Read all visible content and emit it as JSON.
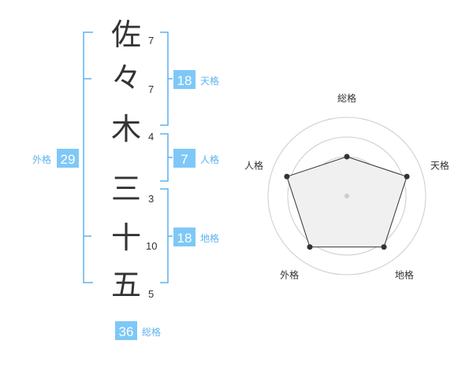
{
  "name": {
    "chars": [
      {
        "char": "佐",
        "strokes": "7"
      },
      {
        "char": "々",
        "strokes": "7"
      },
      {
        "char": "木",
        "strokes": "4"
      },
      {
        "char": "三",
        "strokes": "3"
      },
      {
        "char": "十",
        "strokes": "10"
      },
      {
        "char": "五",
        "strokes": "5"
      }
    ]
  },
  "fortunes": {
    "tenkaku": {
      "label": "天格",
      "value": "18"
    },
    "jinkaku": {
      "label": "人格",
      "value": "7"
    },
    "chikaku": {
      "label": "地格",
      "value": "18"
    },
    "gaikaku": {
      "label": "外格",
      "value": "29"
    },
    "soukaku": {
      "label": "総格",
      "value": "36"
    }
  },
  "colors": {
    "accent": "#5fb2ee",
    "box": "#7ec8f7",
    "text": "#333333",
    "grid": "#cccccc",
    "fill": "#f0f0f0"
  },
  "chart_data": {
    "type": "radar",
    "axes": [
      "総格",
      "天格",
      "地格",
      "外格",
      "人格"
    ],
    "values": [
      2.5,
      4,
      4,
      4,
      4
    ],
    "range": [
      0,
      5
    ],
    "rings": 4,
    "grid": true
  }
}
